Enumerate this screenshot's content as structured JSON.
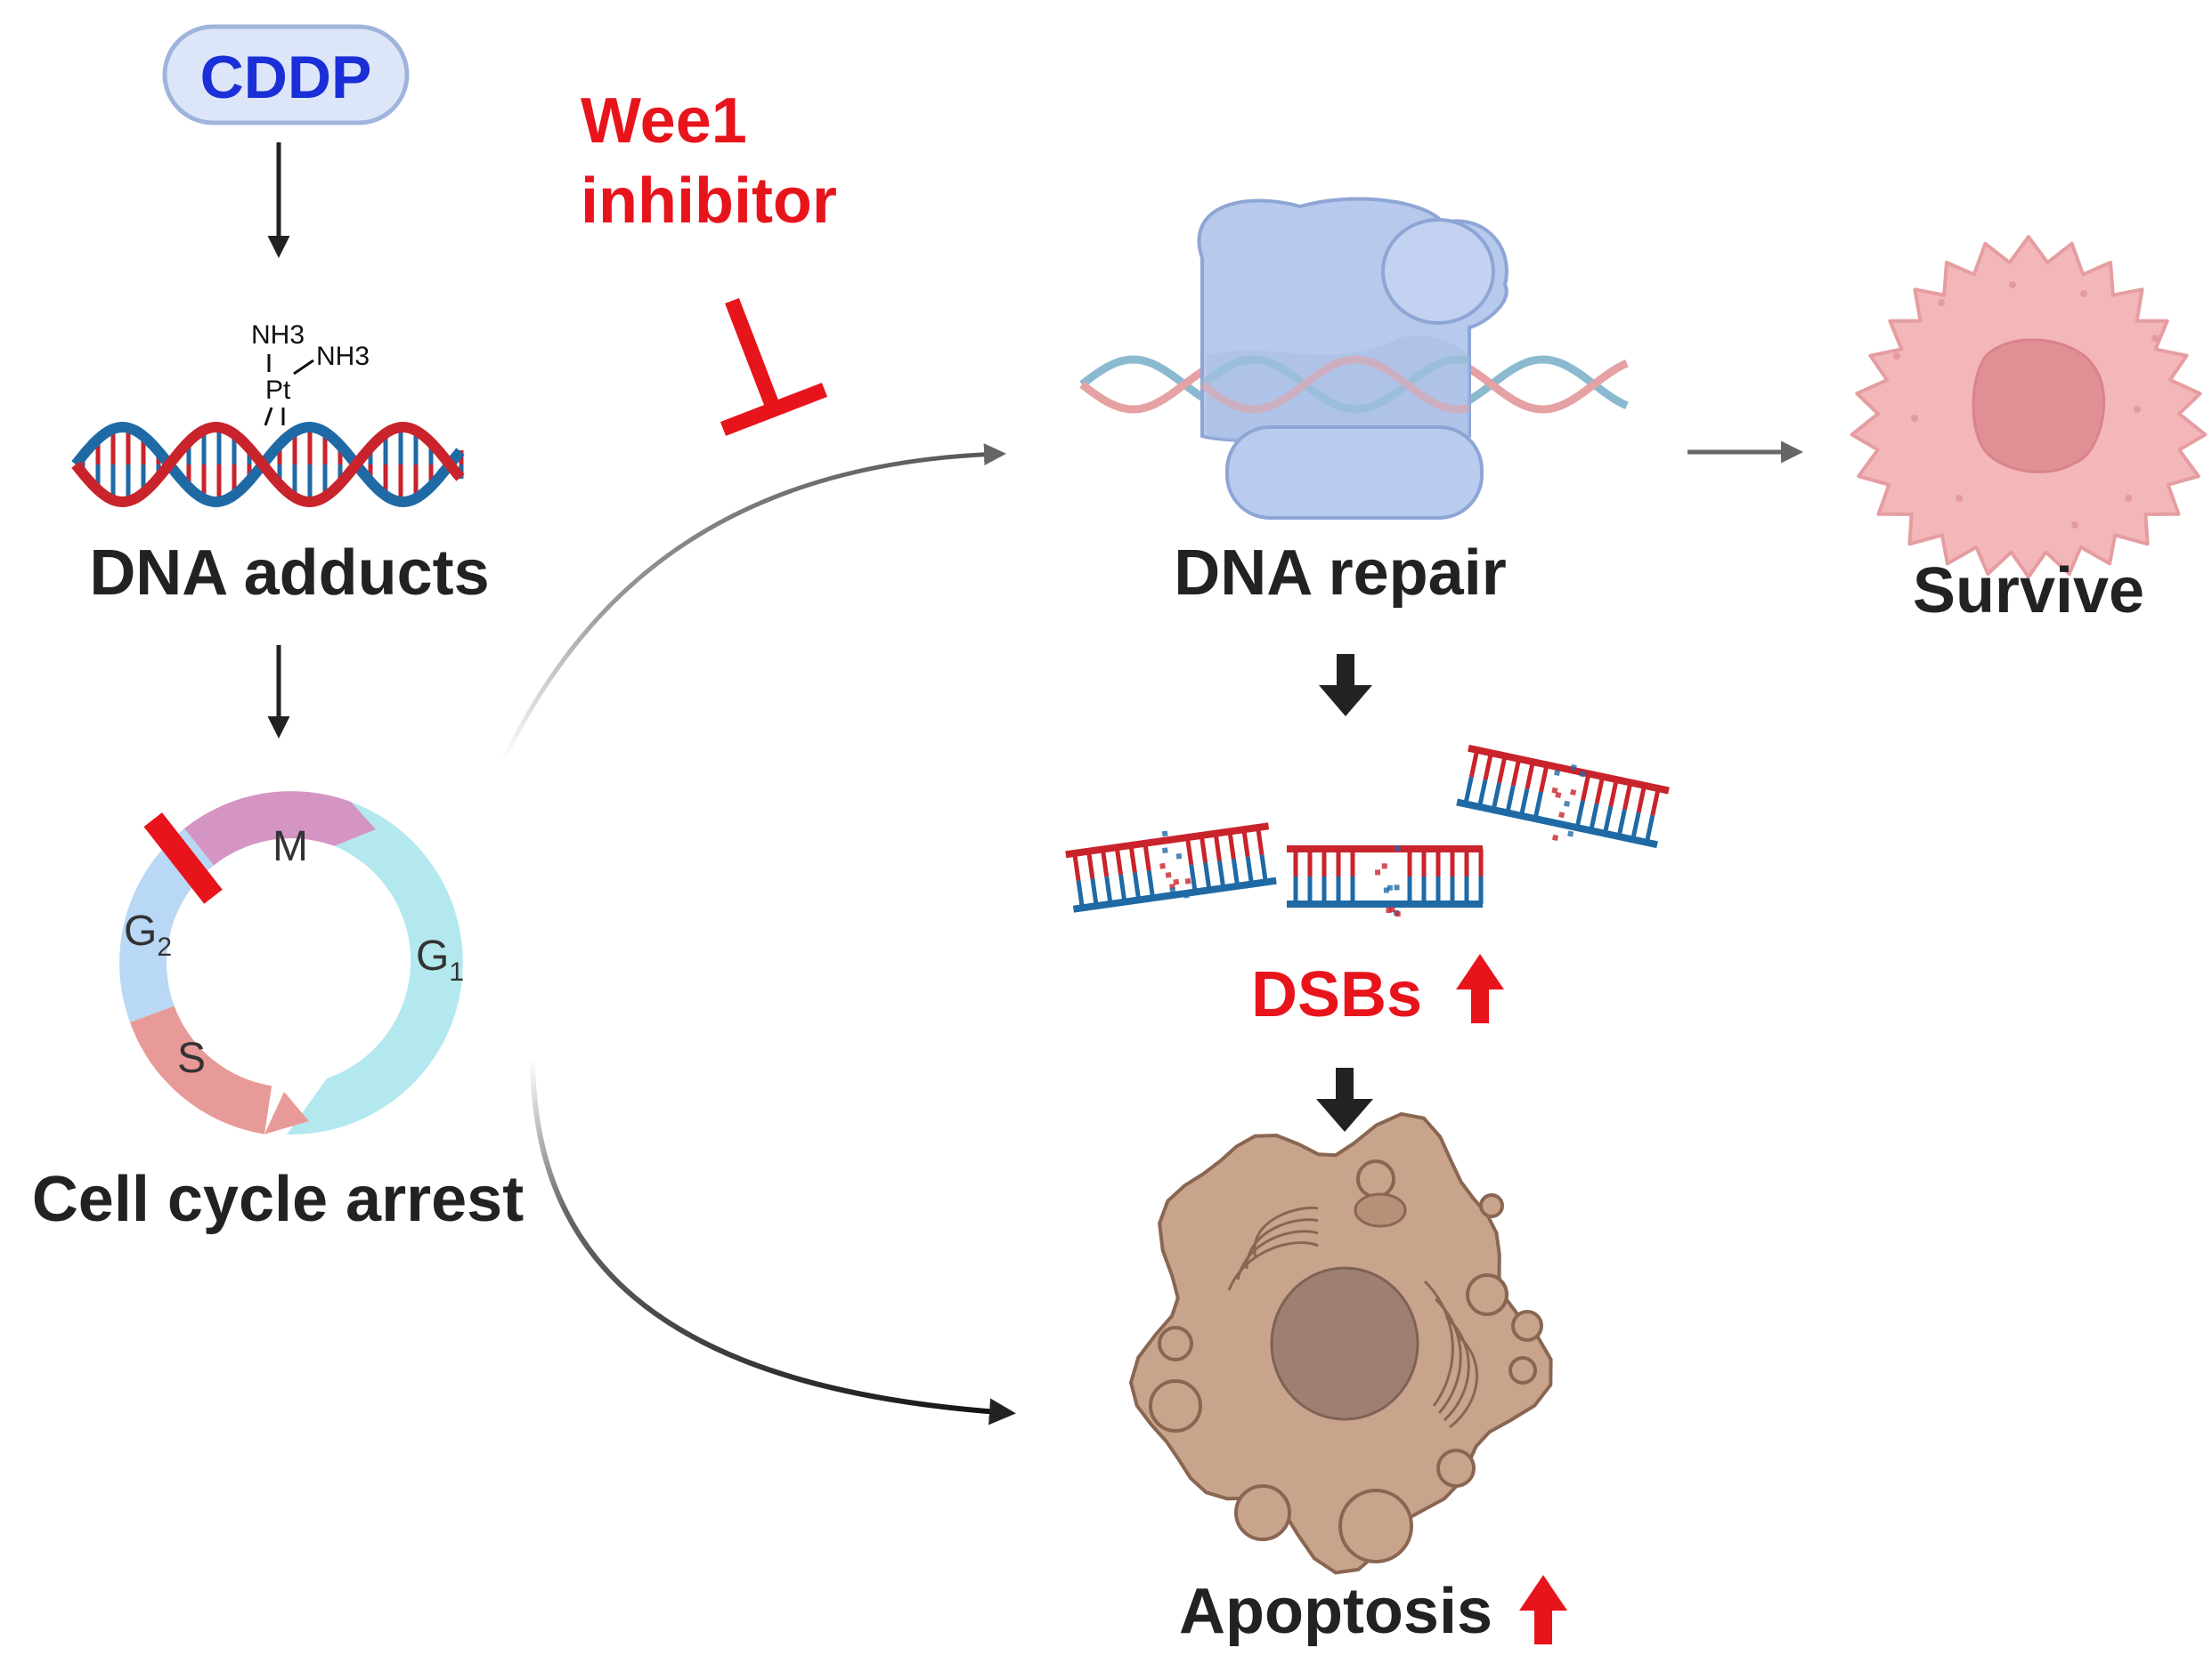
{
  "drug": {
    "label": "CDDP"
  },
  "inhibitor": {
    "line1": "Wee1",
    "line2": "inhibitor"
  },
  "adduct": {
    "ligand1": "NH3",
    "ligand2": "NH3",
    "metal": "Pt"
  },
  "labels": {
    "dna_adducts": "DNA adducts",
    "cell_cycle_arrest": "Cell cycle arrest",
    "dna_repair": "DNA repair",
    "survive": "Survive",
    "dsbs": "DSBs",
    "apoptosis": "Apoptosis"
  },
  "cell_cycle": {
    "phases": {
      "m": "M",
      "g1": "G",
      "g1_sub": "1",
      "s": "S",
      "g2": "G",
      "g2_sub": "2"
    }
  },
  "colors": {
    "cddp_text": "#1a2fd8",
    "cddp_fill": "#dde6f8",
    "cddp_border": "#9fb4dd",
    "inhibitor_red": "#e8141c",
    "dna_red": "#c9232b",
    "dna_blue": "#1f6aa5",
    "phase_m": "#d595c4",
    "phase_g1": "#b3e8ef",
    "phase_s": "#e89a98",
    "phase_g2": "#b9d8f5",
    "repair_complex": "#b7c9ec",
    "survive_cell": "#f4b7b9",
    "apoptosis_cell": "#c9a48d"
  }
}
